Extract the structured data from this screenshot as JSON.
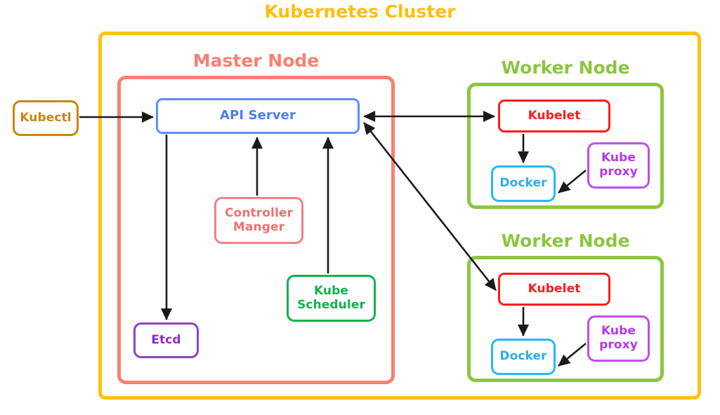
{
  "diagram": {
    "title": "Kubernetes Cluster",
    "title_color": "#FFBE0B",
    "cluster_border_color": "#FFC20E",
    "background": "#ffffff"
  },
  "master": {
    "title": "Master Node",
    "title_color": "#FA8072",
    "border_color": "#FA8072",
    "components": [
      {
        "name": "api-server",
        "label": "API Server",
        "color": "#4A7DF0",
        "border": "#5B8FF9"
      },
      {
        "name": "controller-manager",
        "label": "Controller\nManger",
        "color": "#F07070",
        "border": "#F08080"
      },
      {
        "name": "kube-scheduler",
        "label": "Kube\nScheduler",
        "color": "#12B24B",
        "border": "#12B24B"
      },
      {
        "name": "etcd",
        "label": "Etcd",
        "color": "#8E2BC4",
        "border": "#8E44C4"
      }
    ],
    "api_server_label": "API Server",
    "controller_manager_line1": "Controller",
    "controller_manager_line2": "Manger",
    "kube_scheduler_line1": "Kube",
    "kube_scheduler_line2": "Scheduler",
    "etcd_label": "Etcd"
  },
  "client": {
    "kubectl_label": "Kubectl",
    "kubectl_color": "#C8860D",
    "kubectl_border": "#C8860D"
  },
  "workers": [
    {
      "title": "Worker Node",
      "title_color": "#8CC63F",
      "border_color": "#8CC63F",
      "kubelet_label": "Kubelet",
      "kubelet_color": "#FF1A1A",
      "docker_label": "Docker",
      "docker_color": "#29AEF0",
      "kube_proxy_line1": "Kube",
      "kube_proxy_line2": "proxy",
      "kube_proxy_color": "#B43AE8"
    },
    {
      "title": "Worker Node",
      "title_color": "#8CC63F",
      "border_color": "#8CC63F",
      "kubelet_label": "Kubelet",
      "kubelet_color": "#FF1A1A",
      "docker_label": "Docker",
      "docker_color": "#29AEF0",
      "kube_proxy_line1": "Kube",
      "kube_proxy_line2": "proxy",
      "kube_proxy_color": "#B43AE8"
    }
  ],
  "connections": [
    {
      "name": "kubectl-to-api-server",
      "from": "Kubectl",
      "to": "API Server",
      "heads": "single"
    },
    {
      "name": "api-server-to-etcd",
      "from": "API Server",
      "to": "Etcd",
      "heads": "single"
    },
    {
      "name": "controller-to-api-server",
      "from": "Controller Manger",
      "to": "API Server",
      "heads": "single"
    },
    {
      "name": "scheduler-to-api-server",
      "from": "Kube Scheduler",
      "to": "API Server",
      "heads": "single"
    },
    {
      "name": "api-server-to-kubelet-1",
      "from": "API Server",
      "to": "Kubelet",
      "heads": "double"
    },
    {
      "name": "api-server-to-kubelet-2",
      "from": "API Server",
      "to": "Kubelet",
      "heads": "double"
    },
    {
      "name": "kubelet-to-docker-1",
      "from": "Kubelet",
      "to": "Docker",
      "heads": "single"
    },
    {
      "name": "kube-proxy-to-docker-1",
      "from": "Kube proxy",
      "to": "Docker",
      "heads": "single"
    },
    {
      "name": "kubelet-to-docker-2",
      "from": "Kubelet",
      "to": "Docker",
      "heads": "single"
    },
    {
      "name": "kube-proxy-to-docker-2",
      "from": "Kube proxy",
      "to": "Docker",
      "heads": "single"
    }
  ]
}
